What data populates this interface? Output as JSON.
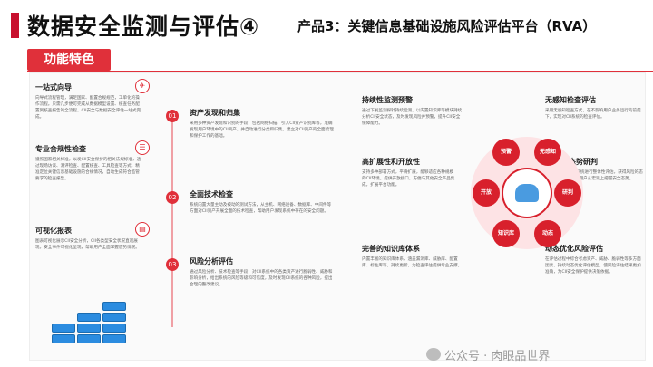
{
  "header": {
    "title": "数据安全监测与评估④",
    "subtitle": "产品3：关键信息基础设施风险评估平台（RVA）",
    "section_tag": "功能特色"
  },
  "left_column": [
    {
      "title": "一站式向导",
      "text": "向导式流程管理，满足国家、配置合规规范，工单化的操作流程。只需几步便可完成从数据模型设置、核查任务配置到核查报告的全流程，CII安全与数据安全评估一站式完成。"
    },
    {
      "title": "专业合规性检查",
      "text": "遵照国家相关标准，以发CII安全保护的相关法规标准，通过现场访谈、测评检查、配置核查、工具检查等方式，精准定位关键信息基础设施的合规情况，自动生成符合监管要求的检查报告。"
    },
    {
      "title": "可视化报表",
      "text": "图表可视化展示CII安全分析，CII各类型安全状况直观展现，安全事件可视化呈现，帮助用户全面掌握态势情况。"
    }
  ],
  "middle_column": [
    {
      "num": "01",
      "title": "资产发现和归集",
      "text": "采用多种资产发现和识别的手段，包括网络扫描、引入CII资产识别库等，准确发现用户环境中的CII资产，并自动进行分类和归集。建立对CII资产的全面梳理和保护工作的基础。"
    },
    {
      "num": "02",
      "title": "全面技术检查",
      "text": "系统内置大量主动及被动的测试方法，从主机、网络设备、数据库、中间件等方面对CII资产开展全面的技术检查，帮助用户发现系统中存在的安全问题。"
    },
    {
      "num": "03",
      "title": "风险分析评估",
      "text": "通过风险分析、技术检查等手段，对CII系统中的各类资产进行脆弱性、威胁和影响分析，给出系统的风险等级和可信度，及时发现CII系统的各种风险，提出合理的整改建议。"
    }
  ],
  "right_top": [
    {
      "title": "持续性监测预警",
      "text": "通过下发监测探针持续检测，以内置知识库等模块持续分析CII安全状态，及时发现风险并预警，提升CII安全保障能力。"
    },
    {
      "title": "无感知检查评估",
      "text": "采用无感知检查方式，在不影响用户业务运行的前提下，实现对CII系统的检查评估。"
    }
  ],
  "right_mid": [
    {
      "title": "高扩展性和开放性",
      "text": "支持多种部署方式，平滑扩展，能够适应各种规模的CII环境。提供开放接口，方便与其他安全产品集成，扩展平台功能。"
    },
    {
      "title": "风险态势研判",
      "text": "通过对各CII系统进行整体性评估，获得风险的态势情况，帮助用户从宏观上把握安全态势。"
    }
  ],
  "right_bottom": [
    {
      "title": "完善的知识库体系",
      "text": "内置丰富的知识库体系，涵盖漏洞库、威胁库、配置库、标准库等，持续更新，为检查评估提供专业支撑。"
    },
    {
      "title": "动态优化风险评估",
      "text": "在评估过程中综合考虑资产、威胁、脆弱性等多方面因素，持续动态优化评估模型，使风险评估结果更加准确，为CII安全保护提供决策依据。"
    }
  ],
  "hub_labels": [
    "预警",
    "无感知",
    "开放",
    "研判",
    "知识库",
    "动态"
  ],
  "watermark": "公众号 · 肉眼品世界",
  "colors": {
    "accent": "#e0303a",
    "dark_red": "#c8102e",
    "hub_bg": "#fde3e5",
    "server_blue": "#2b8ce0"
  }
}
